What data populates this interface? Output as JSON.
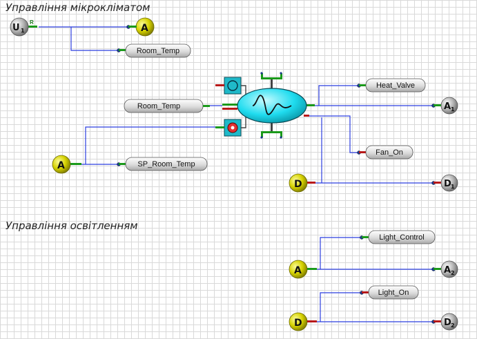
{
  "sections": {
    "climate_title": "Управління мікрокліматом",
    "lighting_title": "Управління освітленням"
  },
  "nodes": {
    "u1": {
      "label": "U",
      "sub": "1",
      "port": "R"
    },
    "a_out_top": {
      "label": "A"
    },
    "a_in": {
      "label": "A"
    },
    "d_in_climate": {
      "label": "D"
    },
    "a1": {
      "label": "A",
      "sub": "1"
    },
    "d1": {
      "label": "D",
      "sub": "1"
    },
    "a_in_light": {
      "label": "A"
    },
    "a2": {
      "label": "A",
      "sub": "2"
    },
    "d_in_light": {
      "label": "D"
    },
    "d2": {
      "label": "D",
      "sub": "2"
    }
  },
  "tags": {
    "room_temp_out": "Room_Temp",
    "room_temp_in": "Room_Temp",
    "sp_room_temp": "SP_Room_Temp",
    "heat_valve": "Heat_Valve",
    "fan_on": "Fan_On",
    "light_control": "Light_Control",
    "light_on": "Light_On"
  },
  "colors": {
    "wire": "#2b3ee0",
    "analog_node": "#c8c400",
    "digital_node": "#c8c400",
    "gray_node": "#9a9a9a",
    "pid_fill": "#22e0f0",
    "port_green": "#1a9a1a",
    "port_red": "#b81818"
  }
}
